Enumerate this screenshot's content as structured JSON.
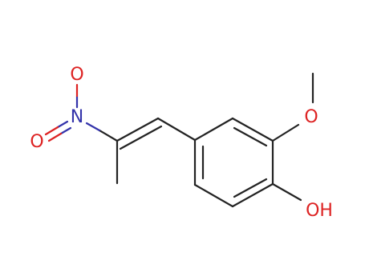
{
  "molecule": {
    "atoms": {
      "nitrogen": {
        "text": "N",
        "color": "#3333aa"
      },
      "nitro_oxygen_top": {
        "text": "O",
        "color": "#dd2222"
      },
      "nitro_oxygen_bottom": {
        "text": "O",
        "color": "#dd2222"
      },
      "methoxy_oxygen": {
        "text": "O",
        "color": "#dd2222"
      },
      "hydroxyl": {
        "text": "OH",
        "color": "#dd2222"
      }
    },
    "bond_color": "#222222"
  }
}
